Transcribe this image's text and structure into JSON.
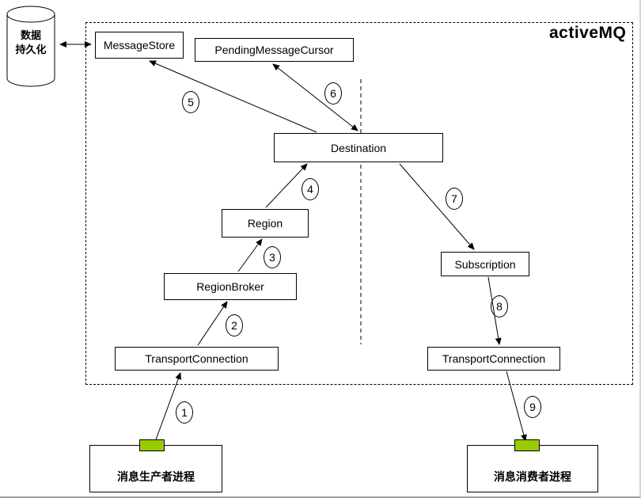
{
  "diagram": {
    "title": "activeMQ",
    "database": {
      "line1": "数据",
      "line2": "持久化"
    },
    "nodes": {
      "message_store": "MessageStore",
      "pending_message_cursor": "PendingMessageCursor",
      "destination": "Destination",
      "region": "Region",
      "region_broker": "RegionBroker",
      "transport_connection_left": "TransportConnection",
      "subscription": "Subscription",
      "transport_connection_right": "TransportConnection",
      "producer_process": "消息生产者进程",
      "consumer_process": "消息消费者进程"
    },
    "steps": [
      "1",
      "2",
      "3",
      "4",
      "5",
      "6",
      "7",
      "8",
      "9"
    ],
    "colors": {
      "process_chip_green": "#99cc00",
      "line_color": "#000000",
      "background": "#ffffff"
    }
  }
}
